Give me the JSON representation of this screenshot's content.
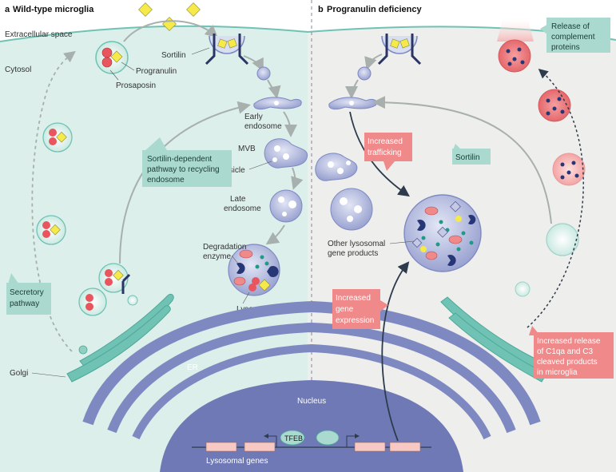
{
  "panel_a": {
    "letter": "a",
    "title": "Wild-type microglia",
    "extracellular": "Extracellular space",
    "cytosol": "Cytosol",
    "progranulin": "Progranulin",
    "prosaposin": "Prosaposin",
    "sortilin": "Sortilin",
    "early_endosome_1": "Early",
    "early_endosome_2": "endosome",
    "mvb": "MVB",
    "vesicle": "Vesicle",
    "late_endosome_1": "Late",
    "late_endosome_2": "endosome",
    "degradation_1": "Degradation",
    "degradation_2": "enzyme",
    "lysosome": "Lysosome",
    "sortilin_box_1": "Sortilin-dependent",
    "sortilin_box_2": "pathway to recycling",
    "sortilin_box_3": "endosome",
    "secretory_1": "Secretory",
    "secretory_2": "pathway",
    "golgi": "Golgi"
  },
  "panel_b": {
    "letter": "b",
    "title": "Progranulin deficiency",
    "complement_1": "Release of",
    "complement_2": "complement",
    "complement_3": "proteins",
    "trafficking_1": "Increased",
    "trafficking_2": "trafficking",
    "sortilin": "Sortilin",
    "other_1": "Other lysosomal",
    "other_2": "gene products",
    "gene_expr_1": "Increased",
    "gene_expr_2": "gene",
    "gene_expr_3": "expression",
    "c1qa_1": "Increased release",
    "c1qa_2": "of C1qa and C3",
    "c1qa_3": "cleaved products",
    "c1qa_4": "in microglia"
  },
  "shared": {
    "er": "ER",
    "nucleus": "Nucleus",
    "tfeb": "TFEB",
    "lysosomal_genes": "Lysosomal genes"
  },
  "colors": {
    "teal_cytosol": "#dcefeb",
    "grey_cytosol": "#eeeeec",
    "membrane_teal": "#6fc2b4",
    "organelle_blue": "#7e89c2",
    "nucleus_blue": "#6e79b6",
    "callout_teal": "#a9d9cf",
    "callout_pink": "#f0898a",
    "progranulin_yellow": "#f6e94a",
    "prosaposin_red": "#e8555e"
  }
}
